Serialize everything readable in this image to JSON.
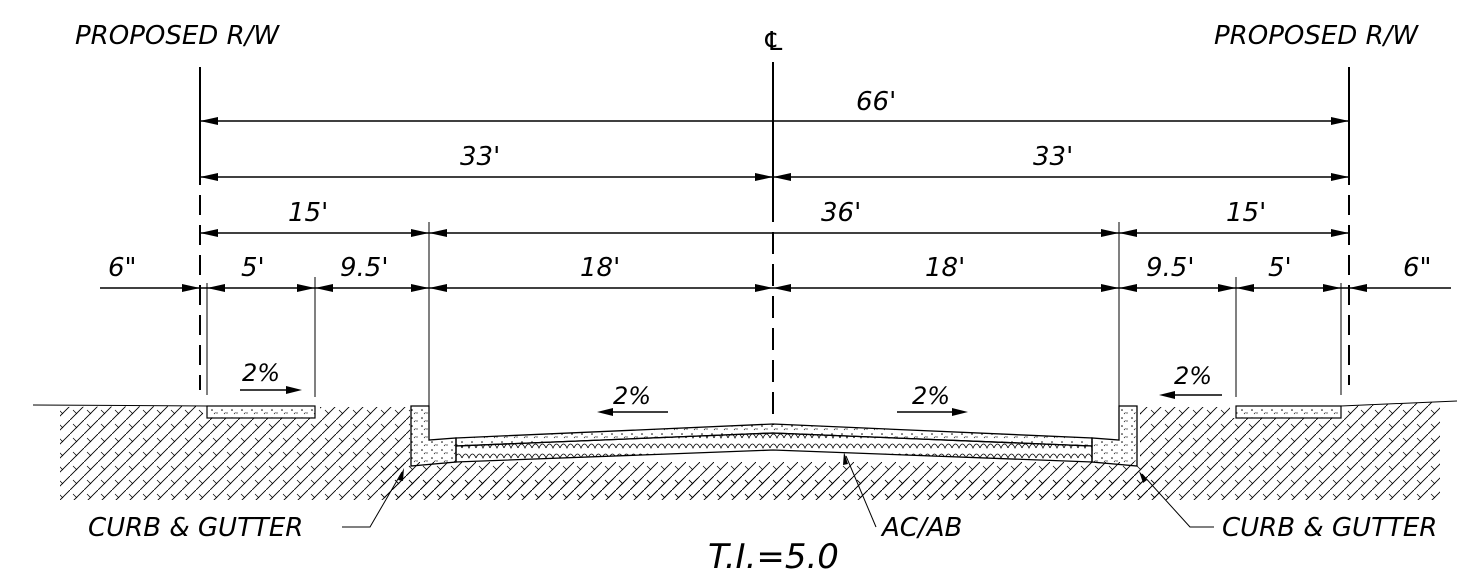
{
  "labels": {
    "row_left": "PROPOSED R/W",
    "row_right": "PROPOSED R/W",
    "centerline": "℄",
    "total_width": "66'",
    "half_left": "33'",
    "half_right": "33'",
    "border_left": "15'",
    "curb_to_curb": "36'",
    "border_right": "15'",
    "offset_left": "6\"",
    "sidewalk_left": "5'",
    "parkway_left": "9.5'",
    "lane_left": "18'",
    "lane_right": "18'",
    "parkway_right": "9.5'",
    "sidewalk_right": "5'",
    "offset_right": "6\"",
    "slope_sidewalk_left": "2%",
    "slope_lane_left": "2%",
    "slope_lane_right": "2%",
    "slope_sidewalk_right": "2%",
    "curb_left": "CURB & GUTTER",
    "pavement": "AC/AB",
    "curb_right": "CURB & GUTTER",
    "traffic_index": "T.I.=5.0"
  },
  "colors": {
    "ink": "#000000",
    "paper": "#ffffff"
  }
}
